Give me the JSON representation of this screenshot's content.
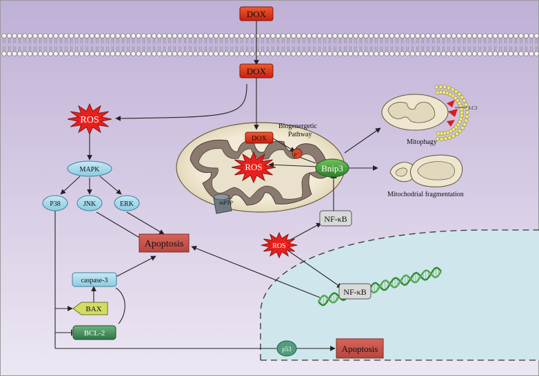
{
  "labels": {
    "dox_outside": "DOX",
    "dox_inside": "DOX",
    "dox_mito": "DOX",
    "ros_cytosol": "ROS",
    "ros_mito": "ROS",
    "ros_nucleus": "ROS",
    "electron": "e⁻",
    "mapk": "MAPK",
    "p38": "P38",
    "jnk": "JNK",
    "erk": "ERK",
    "apoptosis_main": "Apoptosis",
    "apoptosis_nucleus": "Apoptosis",
    "caspase3": "caspase-3",
    "bax": "BAX",
    "bcl2": "BCL-2",
    "p53": "p53",
    "bnip3": "Bnip3",
    "nfkb_cyto": "NF-κB",
    "nfkb_nucleus": "NF-κB",
    "mptp": "mPTP",
    "biogenergetic_line1": "Biogenergetic",
    "biogenergetic_line2": "Pathway",
    "mitophagy": "Mitophagy",
    "lc3": "LC3",
    "fragmentation": "Mitochodrial fragmentation"
  },
  "colors": {
    "background_top": "#c2b3d7",
    "background_bottom": "#ece6f2",
    "dox_box": "#e03a1c",
    "ros_star": "#e8201c",
    "mito_outer": "#efe7cf",
    "nucleus": "#cfe6ec",
    "node_blue": "#a9d8ea",
    "apoptosis_box": "#c8574f",
    "bax": "#d3dc62",
    "bcl2": "#3f8a5a",
    "bnip3": "#3f9b3c",
    "nfkb_box": "#d7d7d7",
    "dna": "#3e9b3e"
  }
}
